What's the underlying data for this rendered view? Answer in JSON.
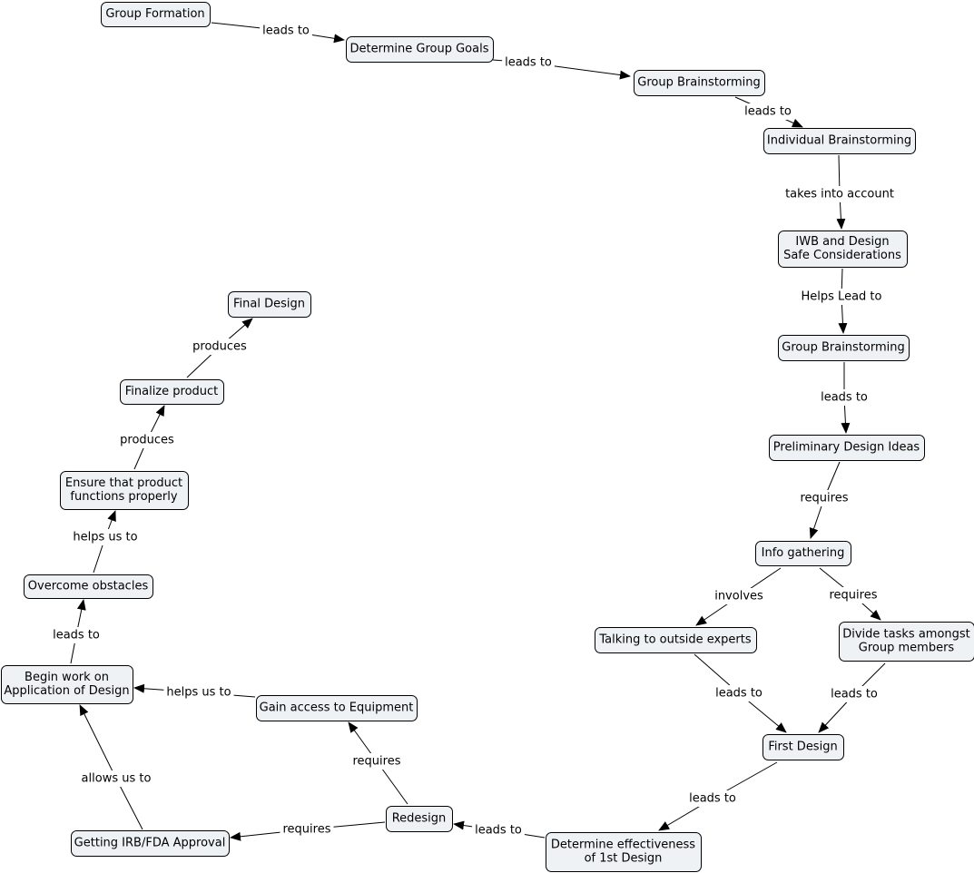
{
  "nodes": [
    {
      "id": "group_formation",
      "lines": [
        "Group Formation"
      ]
    },
    {
      "id": "determine_group_goals",
      "lines": [
        "Determine Group Goals"
      ]
    },
    {
      "id": "group_brainstorming_1",
      "lines": [
        "Group Brainstorming"
      ]
    },
    {
      "id": "individual_brainstorming",
      "lines": [
        "Individual Brainstorming"
      ]
    },
    {
      "id": "iwb_design_safe",
      "lines": [
        "IWB and Design",
        "Safe Considerations"
      ]
    },
    {
      "id": "group_brainstorming_2",
      "lines": [
        "Group Brainstorming"
      ]
    },
    {
      "id": "preliminary_design_ideas",
      "lines": [
        "Preliminary Design Ideas"
      ]
    },
    {
      "id": "info_gathering",
      "lines": [
        "Info gathering"
      ]
    },
    {
      "id": "talking_outside_experts",
      "lines": [
        "Talking to outside experts"
      ]
    },
    {
      "id": "divide_tasks",
      "lines": [
        "Divide tasks amongst",
        "Group members"
      ]
    },
    {
      "id": "first_design",
      "lines": [
        "First Design"
      ]
    },
    {
      "id": "determine_effectiveness",
      "lines": [
        "Determine effectiveness",
        "of 1st Design"
      ]
    },
    {
      "id": "redesign",
      "lines": [
        "Redesign"
      ]
    },
    {
      "id": "getting_irb_fda",
      "lines": [
        "Getting IRB/FDA Approval"
      ]
    },
    {
      "id": "gain_access_equipment",
      "lines": [
        "Gain access to Equipment"
      ]
    },
    {
      "id": "begin_work_application",
      "lines": [
        "Begin work on",
        "Application of Design"
      ]
    },
    {
      "id": "overcome_obstacles",
      "lines": [
        "Overcome obstacles"
      ]
    },
    {
      "id": "ensure_product_functions",
      "lines": [
        "Ensure that product",
        "functions properly"
      ]
    },
    {
      "id": "finalize_product",
      "lines": [
        "Finalize product"
      ]
    },
    {
      "id": "final_design",
      "lines": [
        "Final Design"
      ]
    }
  ],
  "edges": [
    {
      "from": "group_formation",
      "to": "determine_group_goals",
      "label": "leads to"
    },
    {
      "from": "determine_group_goals",
      "to": "group_brainstorming_1",
      "label": "leads to"
    },
    {
      "from": "group_brainstorming_1",
      "to": "individual_brainstorming",
      "label": "leads to"
    },
    {
      "from": "individual_brainstorming",
      "to": "iwb_design_safe",
      "label": "takes into account"
    },
    {
      "from": "iwb_design_safe",
      "to": "group_brainstorming_2",
      "label": "Helps Lead to"
    },
    {
      "from": "group_brainstorming_2",
      "to": "preliminary_design_ideas",
      "label": "leads to"
    },
    {
      "from": "preliminary_design_ideas",
      "to": "info_gathering",
      "label": "requires"
    },
    {
      "from": "info_gathering",
      "to": "talking_outside_experts",
      "label": "involves"
    },
    {
      "from": "info_gathering",
      "to": "divide_tasks",
      "label": "requires"
    },
    {
      "from": "talking_outside_experts",
      "to": "first_design",
      "label": "leads to"
    },
    {
      "from": "divide_tasks",
      "to": "first_design",
      "label": "leads to"
    },
    {
      "from": "first_design",
      "to": "determine_effectiveness",
      "label": "leads to"
    },
    {
      "from": "determine_effectiveness",
      "to": "redesign",
      "label": "leads to"
    },
    {
      "from": "redesign",
      "to": "getting_irb_fda",
      "label": "requires"
    },
    {
      "from": "redesign",
      "to": "gain_access_equipment",
      "label": "requires"
    },
    {
      "from": "gain_access_equipment",
      "to": "begin_work_application",
      "label": "helps us to"
    },
    {
      "from": "getting_irb_fda",
      "to": "begin_work_application",
      "label": "allows us to"
    },
    {
      "from": "begin_work_application",
      "to": "overcome_obstacles",
      "label": "leads to"
    },
    {
      "from": "overcome_obstacles",
      "to": "ensure_product_functions",
      "label": "helps us to"
    },
    {
      "from": "ensure_product_functions",
      "to": "finalize_product",
      "label": "produces"
    },
    {
      "from": "finalize_product",
      "to": "final_design",
      "label": "produces"
    }
  ]
}
